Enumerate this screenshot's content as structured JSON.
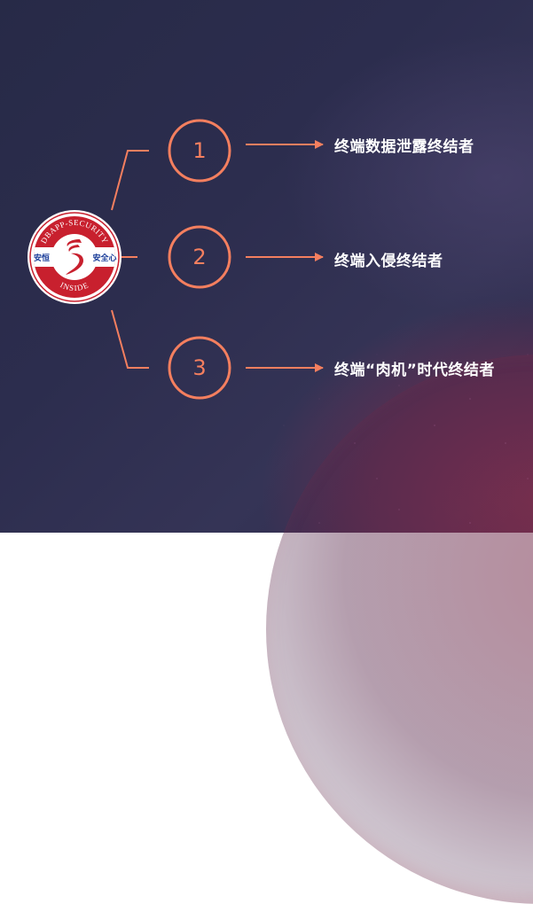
{
  "colors": {
    "accent": "#f47f5f",
    "background": "#2c2d4e",
    "text": "#ffffff",
    "badge_red": "#c8202e",
    "badge_blue": "#1c3f9a"
  },
  "badge": {
    "top_text": "DBAPP-SECURITY",
    "bottom_text": "INSIDE",
    "left_text": "安恒",
    "right_text": "安全心",
    "icon": "s-logo-icon"
  },
  "items": [
    {
      "number": "1",
      "label": "终端数据泄露终结者"
    },
    {
      "number": "2",
      "label": "终端入侵终结者"
    },
    {
      "number": "3",
      "label": "终端“肉机”时代终结者"
    }
  ]
}
